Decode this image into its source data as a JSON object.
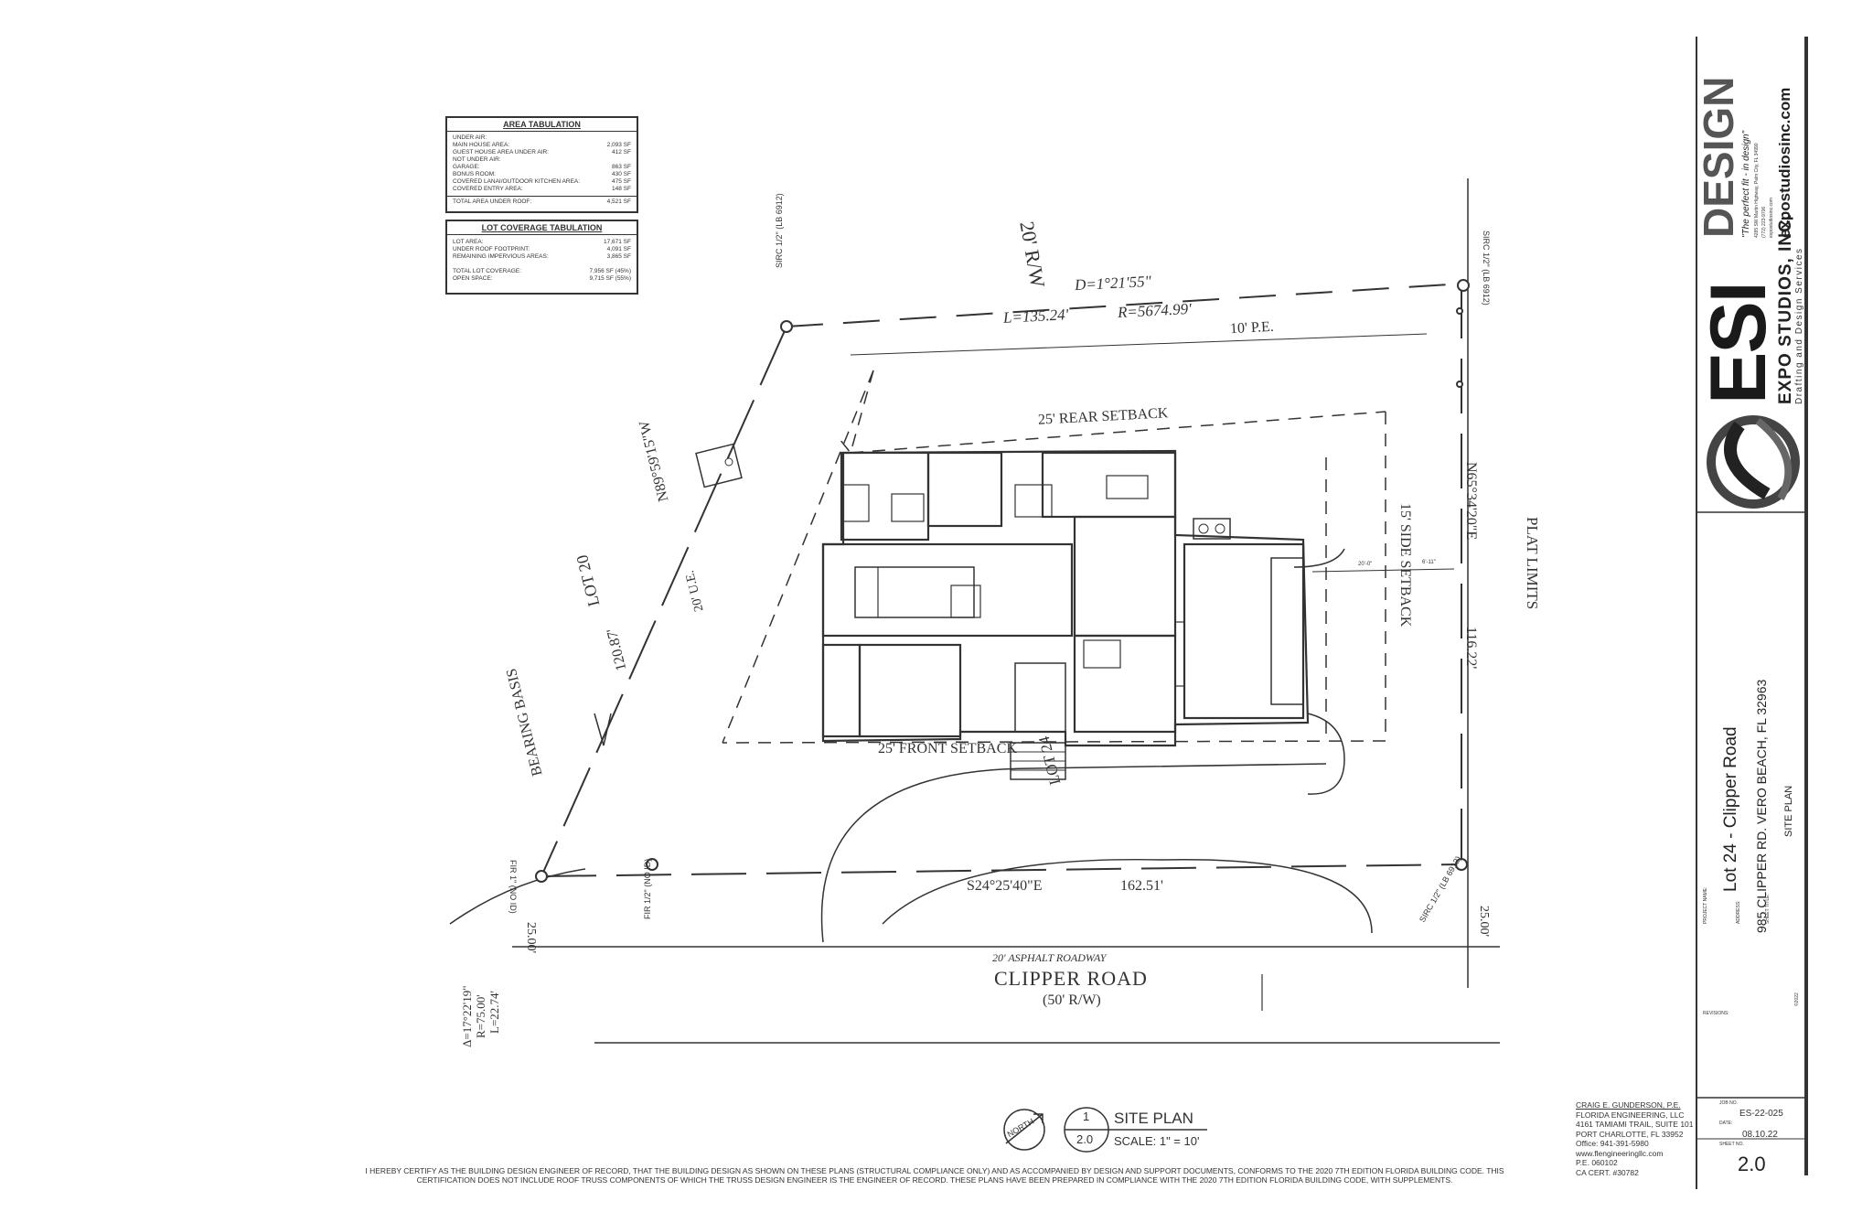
{
  "area_tabulation": {
    "title": "AREA TABULATION",
    "rows": [
      {
        "label": "UNDER AIR:",
        "value": ""
      },
      {
        "label": "MAIN HOUSE AREA:",
        "value": "2,093 SF"
      },
      {
        "label": "GUEST HOUSE AREA UNDER AIR:",
        "value": "412 SF"
      },
      {
        "label": "NOT UNDER AIR:",
        "value": ""
      },
      {
        "label": "GARAGE:",
        "value": "863 SF"
      },
      {
        "label": "BONUS ROOM:",
        "value": "430 SF"
      },
      {
        "label": "COVERED LANAI/OUTDOOR KITCHEN AREA:",
        "value": "475 SF"
      },
      {
        "label": "COVERED ENTRY AREA:",
        "value": "148 SF"
      }
    ],
    "total_label": "TOTAL AREA UNDER ROOF:",
    "total_value": "4,521 SF"
  },
  "lot_coverage": {
    "title": "LOT COVERAGE TABULATION",
    "rows": [
      {
        "label": "LOT AREA:",
        "value": "17,671 SF"
      },
      {
        "label": "UNDER ROOF FOOTPRINT:",
        "value": "4,091 SF"
      },
      {
        "label": "REMAINING IMPERVIOUS AREAS:",
        "value": "3,865 SF"
      }
    ],
    "rows2": [
      {
        "label": "TOTAL LOT COVERAGE:",
        "value": "7,956 SF (45%)"
      },
      {
        "label": "OPEN SPACE:",
        "value": "9,715 SF (55%)"
      }
    ]
  },
  "labels": {
    "rw_top": "20' R/W",
    "curve_d": "D=1°21'55\"",
    "curve_l": "L=135.24'",
    "curve_r": "R=5674.99'",
    "pe": "10' P.E.",
    "rear_setback": "25' REAR SETBACK",
    "side_setback": "15' SIDE SETBACK",
    "front_setback": "25' FRONT SETBACK",
    "plat_limits": "PLAT LIMITS",
    "bearing_right": "N65°34'20\"E",
    "dist_right": "116.22'",
    "bearing_left": "N89°59'15\"W",
    "dist_left": "120.87'",
    "lot_20": "LOT 20",
    "ue": "20' U.E.",
    "bearing_basis": "BEARING BASIS",
    "lot_24": "LOT 24",
    "bearing_bottom": "S24°25'40\"E",
    "dist_bottom": "162.51'",
    "asphalt": "20' ASPHALT ROADWAY",
    "road_name": "CLIPPER ROAD",
    "road_rw": "(50' R/W)",
    "dim_25_left": "25.00'",
    "dim_25_right": "25.00'",
    "curve_left_l": "L=22.74'",
    "curve_left_r": "R=75.00'",
    "curve_left_delta": "Δ=17°22'19\"",
    "sirc_top_left": "SIRC 1/2\" (LB 6912)",
    "sirc_top_right": "SIRC 1/2\" (LB 6912)",
    "sirc_bottom_right": "SIRC 1/2\" (LB 6912)",
    "fir_left": "FIR 1\" (NO ID)",
    "fir_mid": "FIR 1/2\" (NO ID)",
    "garage_dim_left": "20'-0\"",
    "garage_dim_right": "6'-11\""
  },
  "drawing_title": {
    "north": "NORTH",
    "number": "1",
    "sheet_ref": "2.0",
    "title": "SITE PLAN",
    "scale": "SCALE: 1\" = 10'"
  },
  "certification": "I HEREBY CERTIFY AS THE BUILDING DESIGN ENGINEER OF RECORD, THAT THE BUILDING DESIGN AS SHOWN ON THESE PLANS (STRUCTURAL COMPLIANCE ONLY) AND AS ACCOMPANIED BY DESIGN AND SUPPORT DOCUMENTS, CONFORMS TO THE 2020 7TH EDITION FLORIDA BUILDING CODE. THIS CERTIFICATION DOES NOT INCLUDE ROOF TRUSS COMPONENTS OF WHICH THE TRUSS DESIGN ENGINEER IS THE ENGINEER OF RECORD. THESE PLANS HAVE BEEN PREPARED IN COMPLIANCE WITH THE 2020 7TH EDITION FLORIDA BUILDING CODE, WITH SUPPLEMENTS.",
  "engineer": {
    "name": "CRAIG E. GUNDERSON, P.E.",
    "firm": "FLORIDA ENGINEERING, LLC",
    "address1": "4161 TAMIAMI TRAIL, SUITE 101",
    "address2": "PORT CHARLOTTE, FL 33952",
    "office": "Office: 941-391-5980",
    "web": "www.flengineeringllc.com",
    "pe": "P.E. 060102",
    "ca": "CA CERT. #30782"
  },
  "title_block": {
    "job_label": "JOB NO.",
    "job": "ES-22-025",
    "date_label": "DATE:",
    "date": "08.10.22",
    "sheet_label": "SHEET NO.",
    "sheet": "2.0",
    "project": "Lot 24 - Clipper Road",
    "address": "985 CLIPPER RD. VERO BEACH, FL 32963",
    "sheet_title": "SITE PLAN",
    "project_label": "PROJECT NAME:",
    "address_label": "ADDRESS:",
    "sheet_title_label": "SHEET TITLE:",
    "revisions_label": "REVISIONS:",
    "copyright": "©2022"
  },
  "company": {
    "logo_esi": "ESI",
    "logo_design": "DESIGN",
    "name1": "EXPO STUDIOS, INC.",
    "name2": "Drafting and Design Services",
    "tagline": "\"The perfect fit - in design\"",
    "addr": "4285 SW Martin Highway, Palm City, FL 34990",
    "phone": "(772) 223-9706",
    "email": "expostudiosinc.com",
    "web": "expostudiosinc.com"
  }
}
